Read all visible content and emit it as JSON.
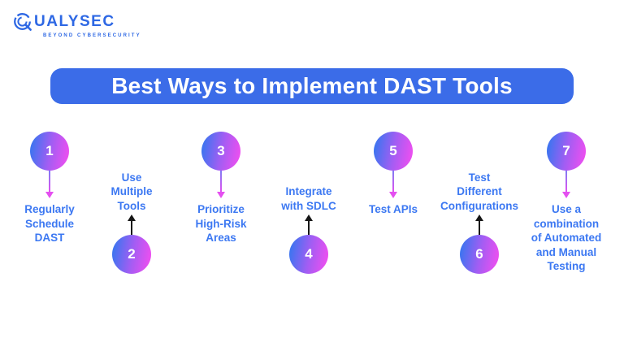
{
  "logo": {
    "brand_mark": "Q",
    "brand_text": "UALYSEC",
    "tagline": "BEYOND CYBERSECURITY"
  },
  "title": "Best Ways to Implement DAST Tools",
  "colors": {
    "banner_blue": "#3B6CE8",
    "label_blue": "#3C78F2",
    "logo_blue": "#2E68E4",
    "circle_gradient_start": "#3E74F0",
    "circle_gradient_mid": "#A35DF3",
    "circle_gradient_end": "#EE4FF0",
    "down_arrow_color": "#E44FF0",
    "up_arrow_color": "#161616"
  },
  "steps": [
    {
      "number": "1",
      "label": "Regularly\nSchedule\nDAST",
      "position": "top",
      "arrow": "down"
    },
    {
      "number": "2",
      "label": "Use\nMultiple\nTools",
      "position": "bottom",
      "arrow": "up"
    },
    {
      "number": "3",
      "label": "Prioritize\nHigh-Risk\nAreas",
      "position": "top",
      "arrow": "down"
    },
    {
      "number": "4",
      "label": "Integrate\nwith SDLC",
      "position": "bottom",
      "arrow": "up"
    },
    {
      "number": "5",
      "label": "Test APIs",
      "position": "top",
      "arrow": "down"
    },
    {
      "number": "6",
      "label": "Test\nDifferent\nConfigurations",
      "position": "bottom",
      "arrow": "up"
    },
    {
      "number": "7",
      "label": "Use a\ncombination\nof Automated\nand Manual\nTesting",
      "position": "top",
      "arrow": "down"
    }
  ]
}
